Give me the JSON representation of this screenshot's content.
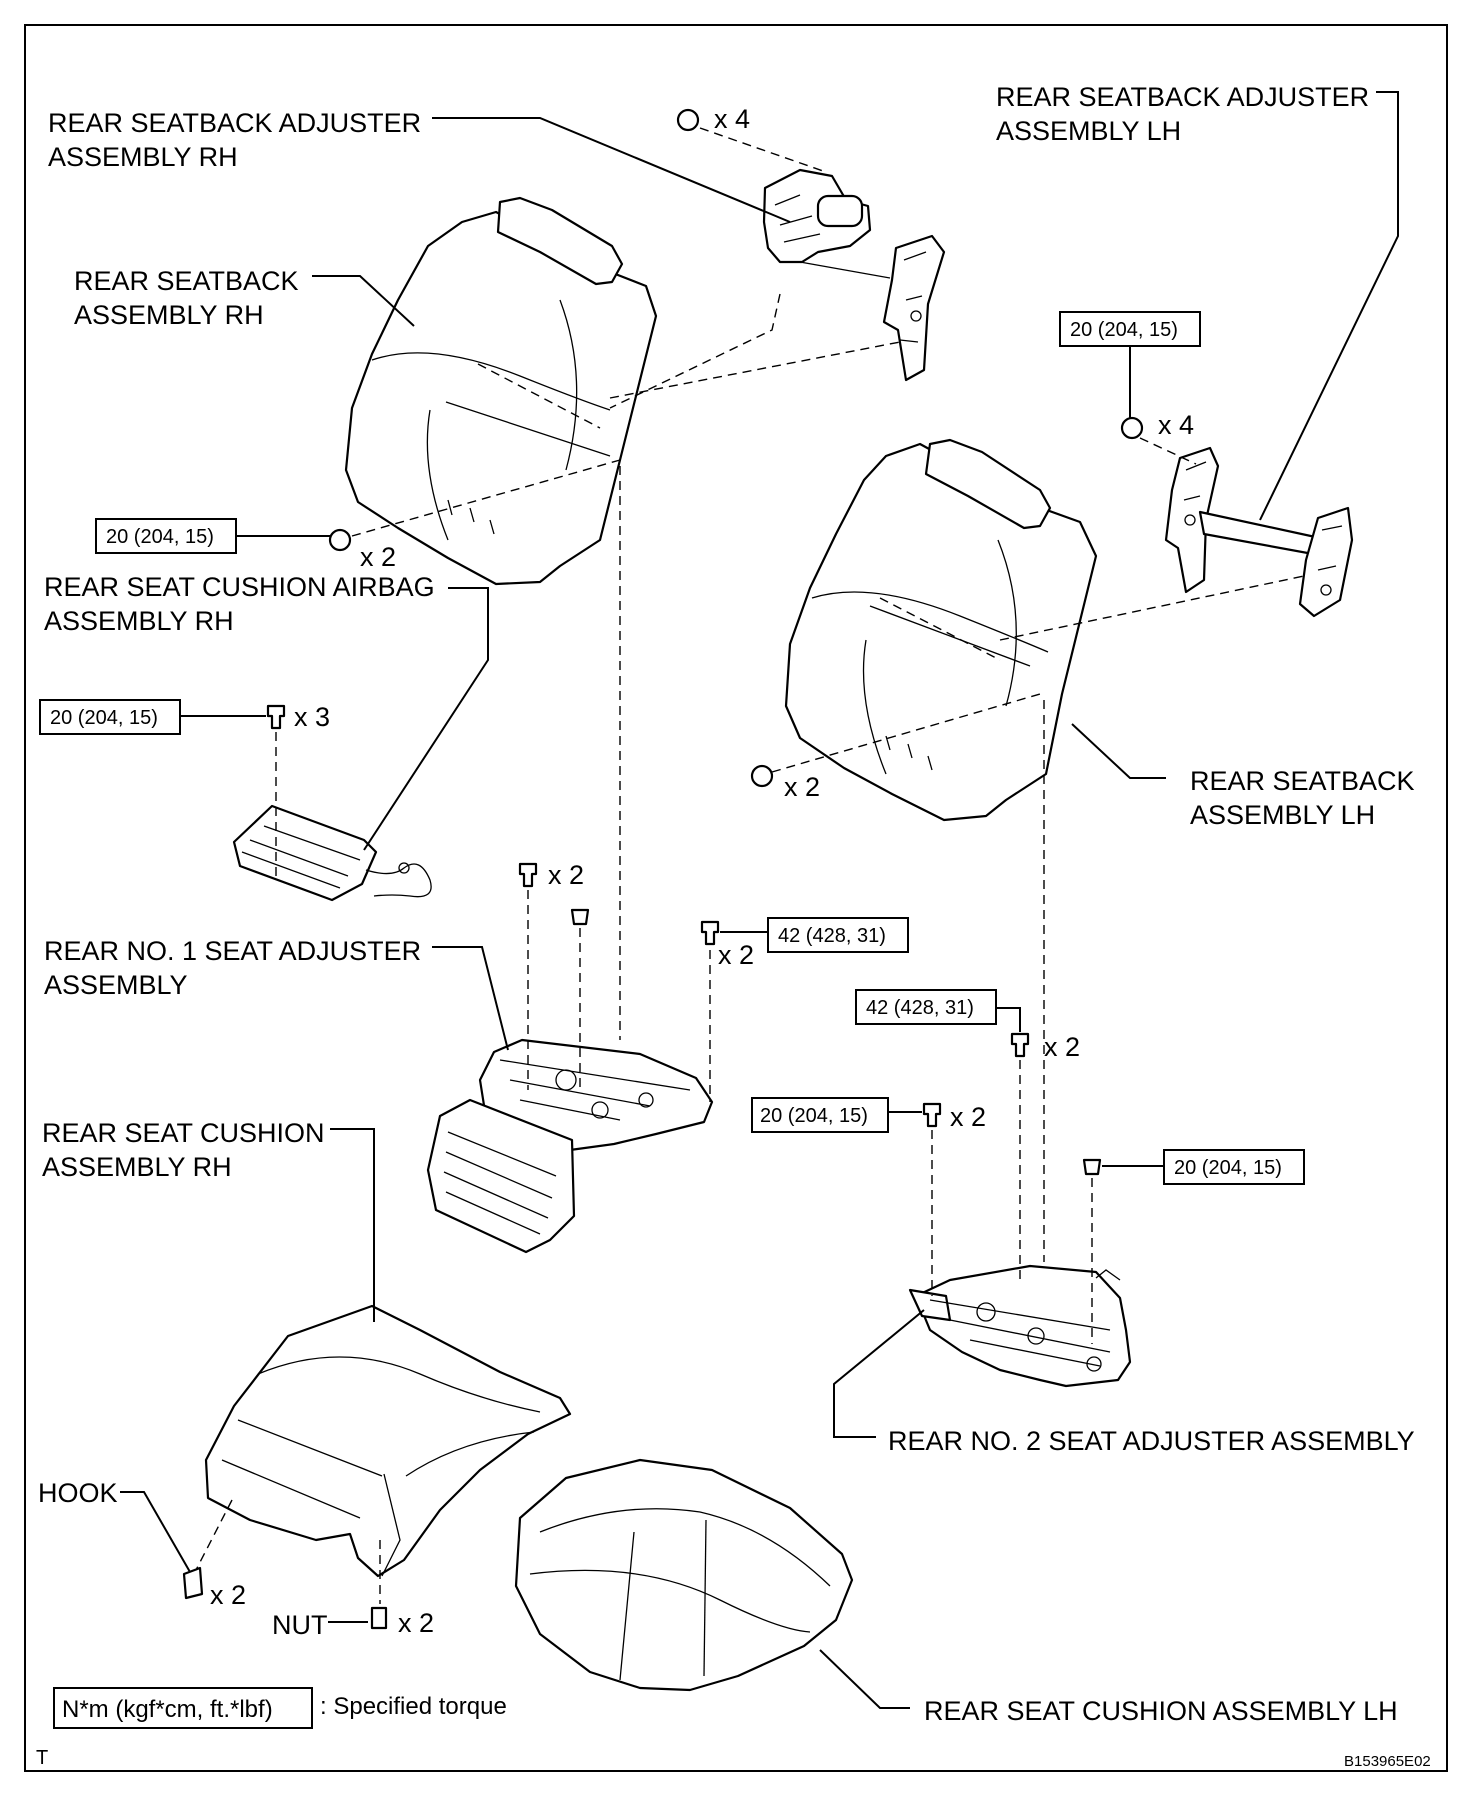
{
  "labels": {
    "adjuster_rh_1": "REAR SEATBACK ADJUSTER",
    "adjuster_rh_2": "ASSEMBLY RH",
    "adjuster_lh_1": "REAR SEATBACK ADJUSTER",
    "adjuster_lh_2": "ASSEMBLY LH",
    "seatback_rh_1": "REAR SEATBACK",
    "seatback_rh_2": "ASSEMBLY RH",
    "airbag_rh_1": "REAR SEAT CUSHION AIRBAG",
    "airbag_rh_2": "ASSEMBLY RH",
    "seatback_lh_1": "REAR SEATBACK",
    "seatback_lh_2": "ASSEMBLY LH",
    "seat_adj1_1": "REAR NO. 1 SEAT ADJUSTER",
    "seat_adj1_2": "ASSEMBLY",
    "cushion_rh_1": "REAR SEAT CUSHION",
    "cushion_rh_2": "ASSEMBLY RH",
    "seat_adj2": "REAR NO. 2 SEAT ADJUSTER ASSEMBLY",
    "hook": "HOOK",
    "nut": "NUT",
    "cushion_lh": "REAR SEAT CUSHION ASSEMBLY LH"
  },
  "torques": {
    "t20_a": "20 (204, 15)",
    "t20_b": "20 (204, 15)",
    "t20_c": "20 (204, 15)",
    "t20_d": "20 (204, 15)",
    "t20_e": "20 (204, 15)",
    "t42_a": "42 (428, 31)",
    "t42_b": "42 (428, 31)"
  },
  "quantities": {
    "q_adj_rh_nut": "x 4",
    "q_adj_lh_nut": "x 4",
    "q_seatback_rh_nut": "x 2",
    "q_seatback_lh_nut": "x 2",
    "q_airbag_bolt": "x 3",
    "q_adj1_bolt": "x 2",
    "q_adj1_bolt_42": "x 2",
    "q_adj2_bolt_42": "x 2",
    "q_adj2_bolt_20": "x 2",
    "q_hook": "x 2",
    "q_nut": "x 2"
  },
  "legend": {
    "unit": "N*m (kgf*cm, ft.*lbf)",
    "text": ": Specified torque"
  },
  "footer": {
    "left_mark": "T",
    "figure_id": "B153965E02"
  }
}
